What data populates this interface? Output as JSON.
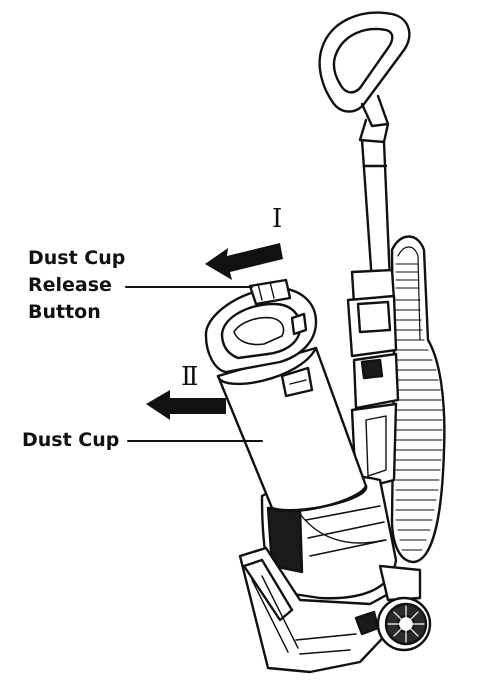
{
  "labels": {
    "release_line1": "Dust Cup",
    "release_line2": "Release",
    "release_line3": "Button",
    "dust_cup": "Dust Cup"
  },
  "steps": {
    "step1": "I",
    "step2": "II"
  },
  "colors": {
    "ink": "#111111",
    "paper": "#ffffff",
    "fill_dark": "#1a1a1a",
    "shade": "#6b6b6b"
  }
}
